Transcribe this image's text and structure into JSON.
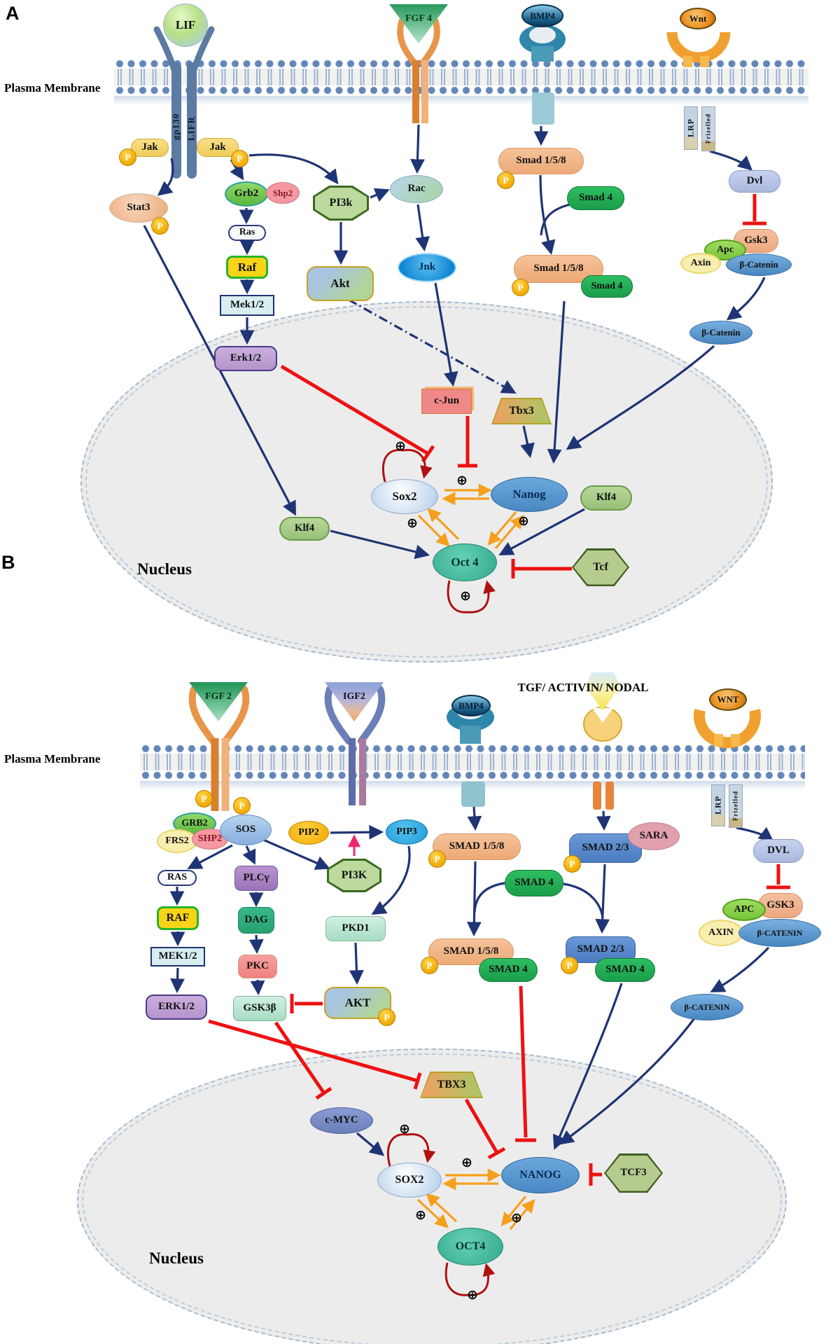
{
  "figure": {
    "type": "signaling-pathway-diagram",
    "description": "Pluripotency signaling pathways converging on core transcription factors in the nucleus; panel A mouse-type LIF/FGF4/BMP4/Wnt signaling, panel B human-type FGF2/IGF2/BMP4/TGF-ACTIVIN-NODAL/WNT signaling"
  },
  "symbols": {
    "plus": "⊕",
    "p": "P"
  },
  "colors": {
    "activation_arrow": "#1f3474",
    "inhibition_line": "#ee1111",
    "reciprocal_arrow": "#f5a01d",
    "self_loop": "#b01010",
    "nucleus_fill": "#ececec"
  },
  "panel_a": {
    "tag": "A",
    "membrane_label": "Plasma Membrane",
    "nucleus_label": "Nucleus",
    "nodes": {
      "lif": "LIF",
      "gp130": "gp130",
      "lifr": "LIFR",
      "jak_left": "Jak",
      "jak_right": "Jak",
      "stat3": "Stat3",
      "grb2": "Grb2",
      "shp2": "Shp2",
      "ras": "Ras",
      "raf": "Raf",
      "mek": "Mek1/2",
      "erk": "Erk1/2",
      "pi3k": "PI3k",
      "akt": "Akt",
      "rac": "Rac",
      "jnk": "Jnk",
      "fgf4": "FGF 4",
      "bmp4": "BMP4",
      "smad158": "Smad 1/5/8",
      "smad4": "Smad 4",
      "smad158_complex": "Smad 1/5/8",
      "smad4_complex": "Smad 4",
      "wnt": "Wnt",
      "lrp": "LRP",
      "frizelled": "Frizelled",
      "dvl": "Dvl",
      "gsk3": "Gsk3",
      "apc": "Apc",
      "axin": "Axin",
      "bcatenin": "β-Catenin",
      "bcatenin_free": "β-Catenin",
      "cjun": "c-Jun",
      "tbx3": "Tbx3",
      "sox2": "Sox2",
      "nanog": "Nanog",
      "klf4_left": "Klf4",
      "klf4_right": "Klf4",
      "oct4": "Oct 4",
      "tcf": "Tcf"
    }
  },
  "panel_b": {
    "tag": "B",
    "membrane_label": "Plasma Membrane",
    "nucleus_label": "Nucleus",
    "tgf_label": "TGF/ ACTIVIN/ NODAL",
    "nodes": {
      "fgf2": "FGF 2",
      "igf2": "IGF2",
      "bmp4": "BMP4",
      "wnt": "WNT",
      "grb2": "GRB2",
      "frs2": "FRS2",
      "shp2": "SHP2",
      "sos": "SOS",
      "pip2": "PIP2",
      "pip3": "PIP3",
      "pi3k": "PI3K",
      "ras": "RAS",
      "raf": "RAF",
      "mek": "MEK1/2",
      "erk": "ERK1/2",
      "plcg": "PLCγ",
      "dag": "DAG",
      "pkc": "PKC",
      "gsk3b": "GSK3β",
      "pkd1": "PKD1",
      "akt": "AKT",
      "smad158": "SMAD 1/5/8",
      "smad23": "SMAD 2/3",
      "sara": "SARA",
      "smad4": "SMAD 4",
      "smad158_complex": "SMAD 1/5/8",
      "smad4_complex_left": "SMAD 4",
      "smad23_complex": "SMAD 2/3",
      "smad4_complex_right": "SMAD 4",
      "lrp": "LRP",
      "frizelled": "Frizelled",
      "dvl": "DVL",
      "gsk3": "GSK3",
      "apc": "APC",
      "axin": "AXIN",
      "bcatenin": "β-CATENIN",
      "bcatenin_free": "β-CATENIN",
      "cmyc": "c-MYC",
      "tbx3": "TBX3",
      "sox2": "SOX2",
      "nanog": "NANOG",
      "oct4": "OCT4",
      "tcf3": "TCF3"
    }
  }
}
